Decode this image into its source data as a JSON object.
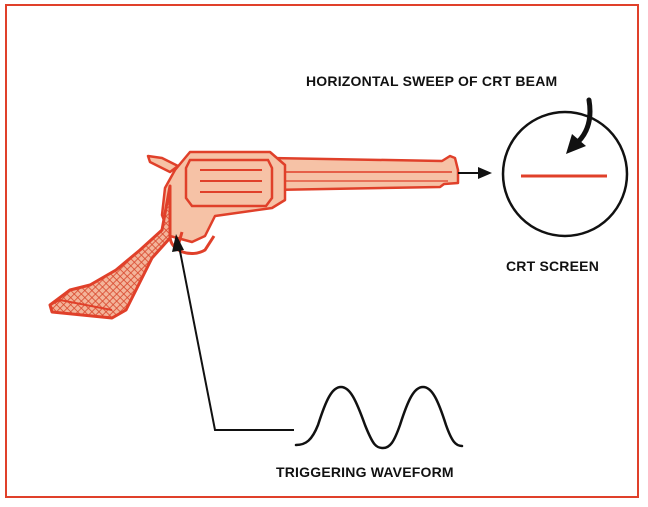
{
  "labels": {
    "sweep": "HORIZONTAL SWEEP OF CRT BEAM",
    "crt_screen": "CRT SCREEN",
    "triggering_waveform": "TRIGGERING WAVEFORM"
  },
  "colors": {
    "accent": "#e0402a",
    "gun_fill": "#f6c2a6",
    "ink": "#111111"
  }
}
